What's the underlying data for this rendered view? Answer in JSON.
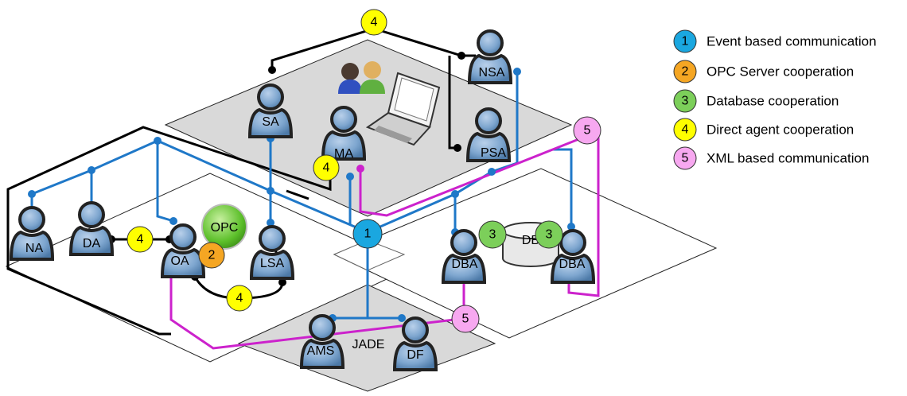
{
  "legend": [
    {
      "num": "1",
      "label": "Event based communication",
      "color": "#1aa7e0"
    },
    {
      "num": "2",
      "label": "OPC Server cooperation",
      "color": "#f5a623"
    },
    {
      "num": "3",
      "label": "Database cooperation",
      "color": "#7ccf5a"
    },
    {
      "num": "4",
      "label": "Direct agent cooperation",
      "color": "#ffff00"
    },
    {
      "num": "5",
      "label": "XML based communication",
      "color": "#f7a8f0"
    }
  ],
  "agents": {
    "na": "NA",
    "da": "DA",
    "oa": "OA",
    "lsa": "LSA",
    "sa": "SA",
    "ma": "MA",
    "nsa": "NSA",
    "psa": "PSA",
    "dba_left": "DBA",
    "dba_right": "DBA",
    "ams": "AMS",
    "df": "DF"
  },
  "labels": {
    "opc": "OPC",
    "db": "DB",
    "jade": "JADE"
  },
  "badges": {
    "b4_top": "4",
    "b4_ma": "4",
    "b4_da_oa": "4",
    "b4_oa_lsa": "4",
    "b2_oa": "2",
    "b1_center": "1",
    "b3_left": "3",
    "b3_right": "3",
    "b5_right": "5",
    "b5_bottom": "5"
  },
  "colors": {
    "event_line": "#1f78c8",
    "xml_line": "#cc22cc",
    "direct_line": "#000000",
    "platform_fill": "#d9d9d9",
    "agent_fill": "#7ea6cf",
    "agent_outline": "#2b2b2b"
  }
}
